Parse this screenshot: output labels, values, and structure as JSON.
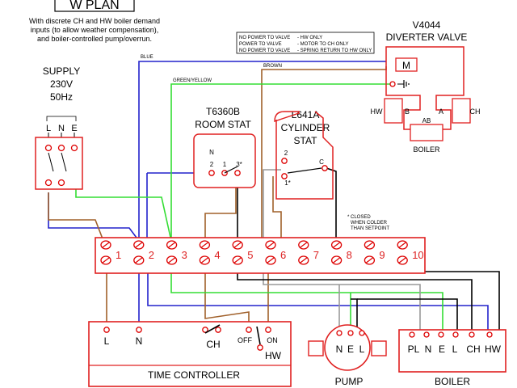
{
  "plan_title": "W PLAN",
  "intro": [
    "With discrete CH and HW boiler demand",
    "inputs (to allow weather compensation),",
    "and boiler-controlled pump/overrun."
  ],
  "legend_table": [
    {
      "condition": "NO POWER TO VALVE",
      "result": "- HW ONLY"
    },
    {
      "condition": "POWER TO VALVE",
      "result": "- MOTOR TO CH ONLY"
    },
    {
      "condition": "NO POWER TO VALVE",
      "result": "- SPRING RETURN TO HW ONLY"
    }
  ],
  "valve": {
    "model": "V4044",
    "name": "DIVERTER VALVE",
    "motor": "M",
    "hw": "HW",
    "b": "B",
    "a": "A",
    "ch": "CH",
    "ab": "AB",
    "boiler": "BOILER"
  },
  "supply": {
    "title": "SUPPLY",
    "voltage": "230V",
    "freq": "50Hz",
    "l": "L",
    "n": "N",
    "e": "E"
  },
  "room_stat": {
    "model": "T6360B",
    "name": "ROOM STAT",
    "n": "N",
    "t2": "2",
    "t1": "1",
    "t3": "3*"
  },
  "cyl_stat": {
    "model": "L641A",
    "name1": "CYLINDER",
    "name2": "STAT",
    "t2": "2",
    "tc": "C",
    "t1": "1*"
  },
  "closed_note": [
    "* CLOSED",
    "WHEN COLDER",
    "THAN SETPOINT"
  ],
  "wire_labels": {
    "blue": "BLUE",
    "brown": "BROWN",
    "gy": "GREEN/YELLOW"
  },
  "terminals": [
    "1",
    "2",
    "3",
    "4",
    "5",
    "6",
    "7",
    "8",
    "9",
    "10"
  ],
  "time_controller": {
    "name": "TIME CONTROLLER",
    "l": "L",
    "n": "N",
    "ch": "CH",
    "off": "OFF",
    "on": "ON",
    "hw": "HW"
  },
  "pump": {
    "name": "PUMP",
    "n": "N",
    "e": "E",
    "l": "L"
  },
  "boiler": {
    "name": "BOILER",
    "pl": "PL",
    "n": "N",
    "e": "E",
    "l": "L",
    "ch": "CH",
    "hw": "HW"
  },
  "colors": {
    "red": "#e02020",
    "blue": "#2222cc",
    "brown": "#a0602a",
    "green": "#33dd33",
    "black": "#000000",
    "grey": "#999999"
  }
}
